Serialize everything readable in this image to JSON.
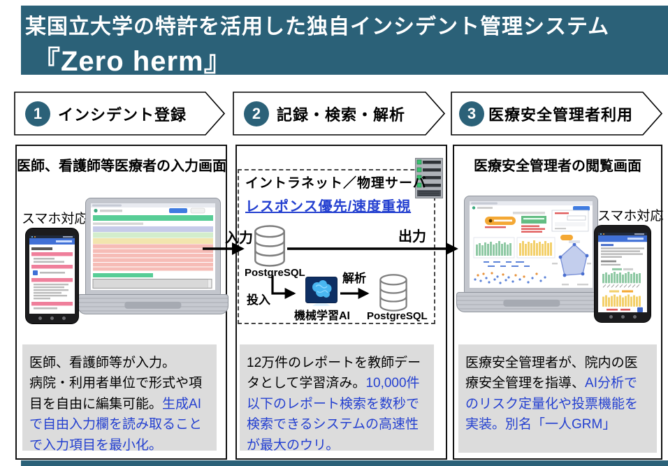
{
  "colors": {
    "accent_teal": "#2B6178",
    "text_blue": "#2440D0",
    "note_bg": "#DCDCDC"
  },
  "banner": {
    "line1": "某国立大学の特許を活用した独自インシデント管理システム",
    "line2": "『Zero herm』"
  },
  "steps": [
    {
      "number": "1",
      "label": "インシデント登録"
    },
    {
      "number": "2",
      "label": "記録・検索・解析"
    },
    {
      "number": "3",
      "label": "医療安全管理者利用"
    }
  ],
  "col1": {
    "heading": "医師、看護師等医療者の入力画面",
    "phone_label": "スマホ対応",
    "note_black": "医師、看護師等が入力。\n病院・利用者単位で形式や項目を自由に編集可能。",
    "note_blue": "生成AIで自由入力欄を読み取ることで入力項目を最小化。"
  },
  "col2": {
    "box_title": "イントラネット／物理サーバ",
    "box_subtitle": "レスポンス優先/速度重視",
    "label_input": "入力",
    "label_output": "出力",
    "label_feed": "投入",
    "label_analysis": "解析",
    "db_label_1": "PostgreSQL",
    "db_label_2": "PostgreSQL",
    "ai_label": "機械学習AI",
    "note_black": "12万件のレポートを教師データとして学習済み。",
    "note_blue": "10,000件以下のレポート検索を数秒で検索できるシステムの高速性が最大のウリ。"
  },
  "col3": {
    "heading": "医療安全管理者の閲覧画面",
    "phone_label": "スマホ対応",
    "note_black": "医療安全管理者が、院内の医療安全管理を指導、",
    "note_blue": "AI分析でのリスク定量化や投票機能を実装。別名「一人GRM」"
  }
}
